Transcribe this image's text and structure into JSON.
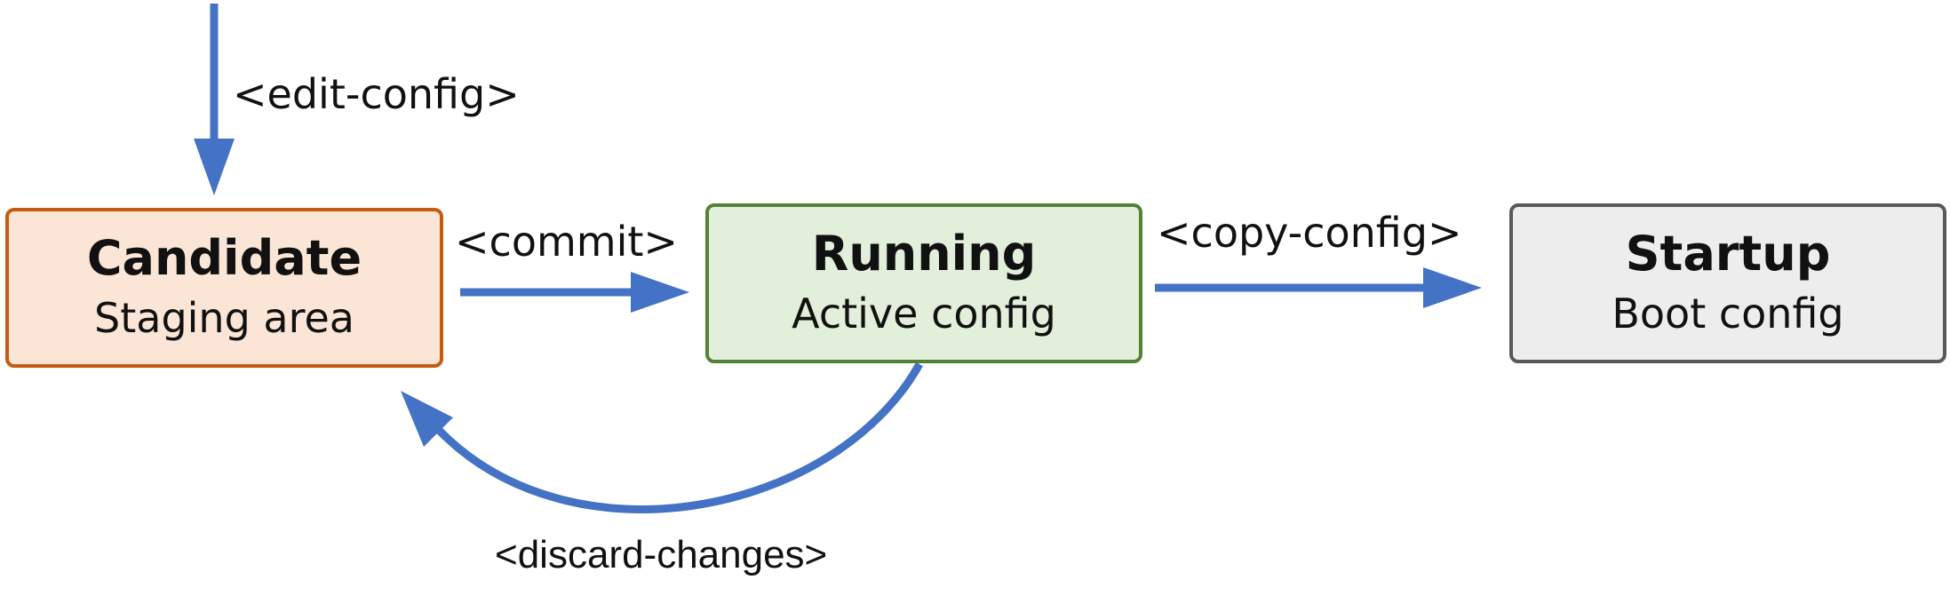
{
  "diagram": {
    "nodes": {
      "candidate": {
        "title": "Candidate",
        "subtitle": "Staging area"
      },
      "running": {
        "title": "Running",
        "subtitle": "Active config"
      },
      "startup": {
        "title": "Startup",
        "subtitle": "Boot config"
      }
    },
    "edges": {
      "edit_config": {
        "label": "<edit-config>",
        "to": "candidate"
      },
      "commit": {
        "label": "<commit>",
        "from": "candidate",
        "to": "running"
      },
      "copy_config": {
        "label": "<copy-config>",
        "from": "running",
        "to": "startup"
      },
      "discard_changes": {
        "label": "<discard-changes>",
        "from": "running",
        "to": "candidate"
      }
    },
    "colors": {
      "arrow": "#4472c4",
      "candidate_fill": "#fbe5d6",
      "candidate_border": "#c55a11",
      "running_fill": "#e2efda",
      "running_border": "#548235",
      "startup_fill": "#ededed",
      "startup_border": "#595959"
    }
  }
}
